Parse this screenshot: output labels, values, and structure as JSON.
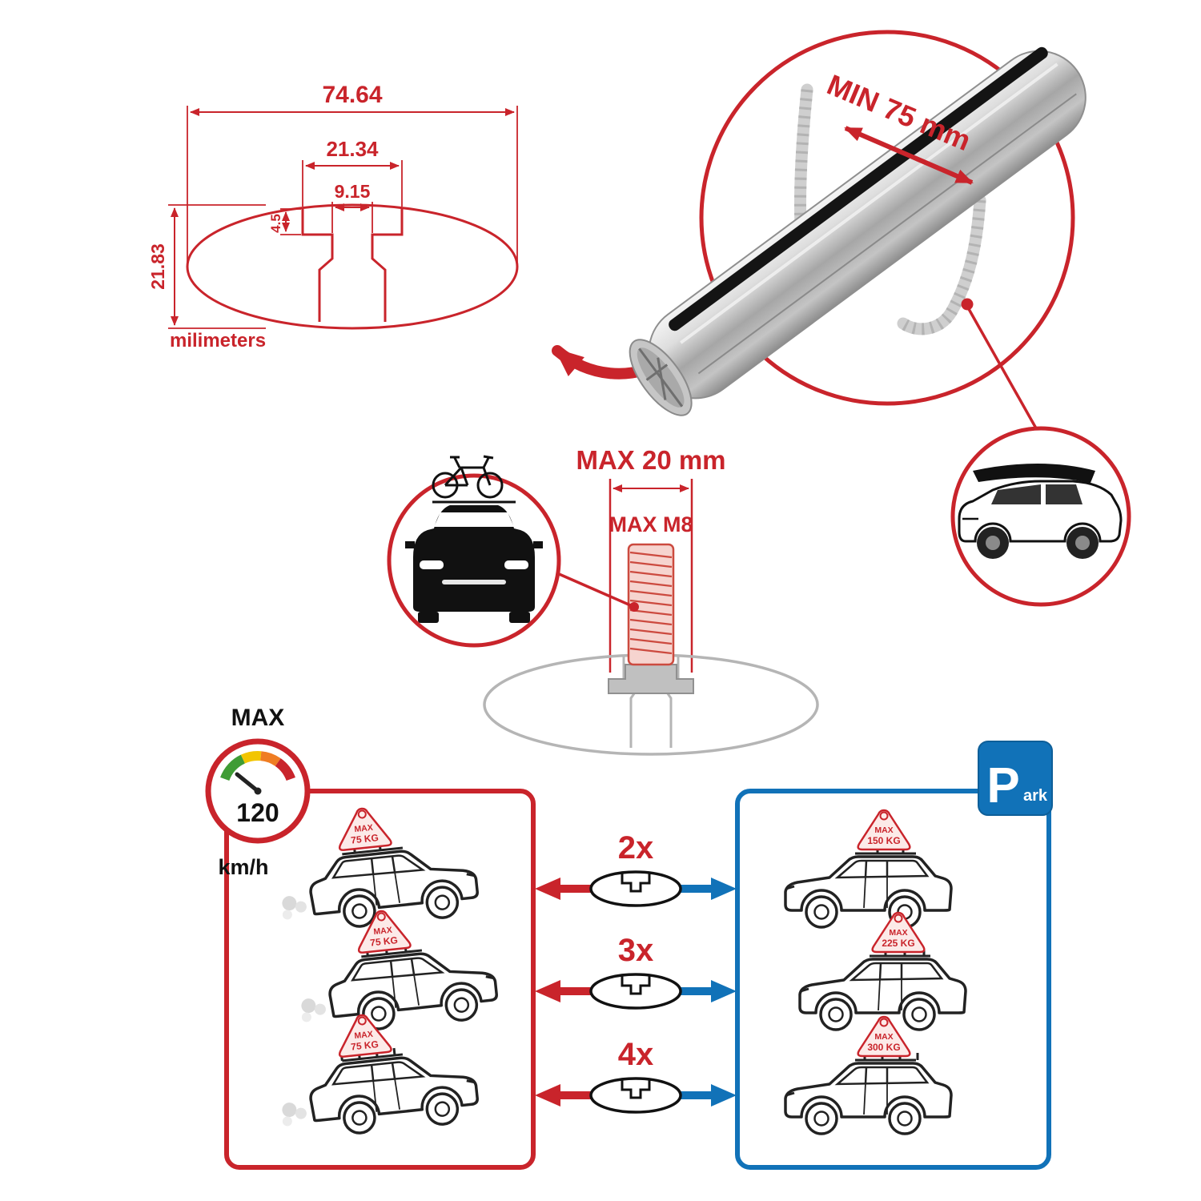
{
  "colors": {
    "red": "#c9242b",
    "blue": "#1172b8",
    "dark": "#1a1a1a",
    "ghost_gray": "#c9c9c9"
  },
  "cross_section": {
    "dim_total_width": "74.64",
    "dim_channel_outer": "21.34",
    "dim_channel_inner": "9.15",
    "dim_lip_depth": "4.5",
    "dim_height": "21.83",
    "units_label": "milimeters"
  },
  "bar_detail": {
    "min_span_label": "MIN 75 mm"
  },
  "bolt_detail": {
    "max_width_label": "MAX 20 mm",
    "max_thread_label": "MAX M8"
  },
  "speed_gauge": {
    "title": "MAX",
    "value": "120",
    "units": "km/h"
  },
  "park_sign": {
    "letter": "P",
    "suffix": "ark"
  },
  "comparison": {
    "rows": [
      {
        "count_label": "2x",
        "driving_flag_line1": "MAX",
        "driving_flag_line2": "75 KG",
        "parked_flag_line1": "MAX",
        "parked_flag_line2": "150 KG"
      },
      {
        "count_label": "3x",
        "driving_flag_line1": "MAX",
        "driving_flag_line2": "75 KG",
        "parked_flag_line1": "MAX",
        "parked_flag_line2": "225 KG"
      },
      {
        "count_label": "4x",
        "driving_flag_line1": "MAX",
        "driving_flag_line2": "75 KG",
        "parked_flag_line1": "MAX",
        "parked_flag_line2": "300 KG"
      }
    ]
  }
}
